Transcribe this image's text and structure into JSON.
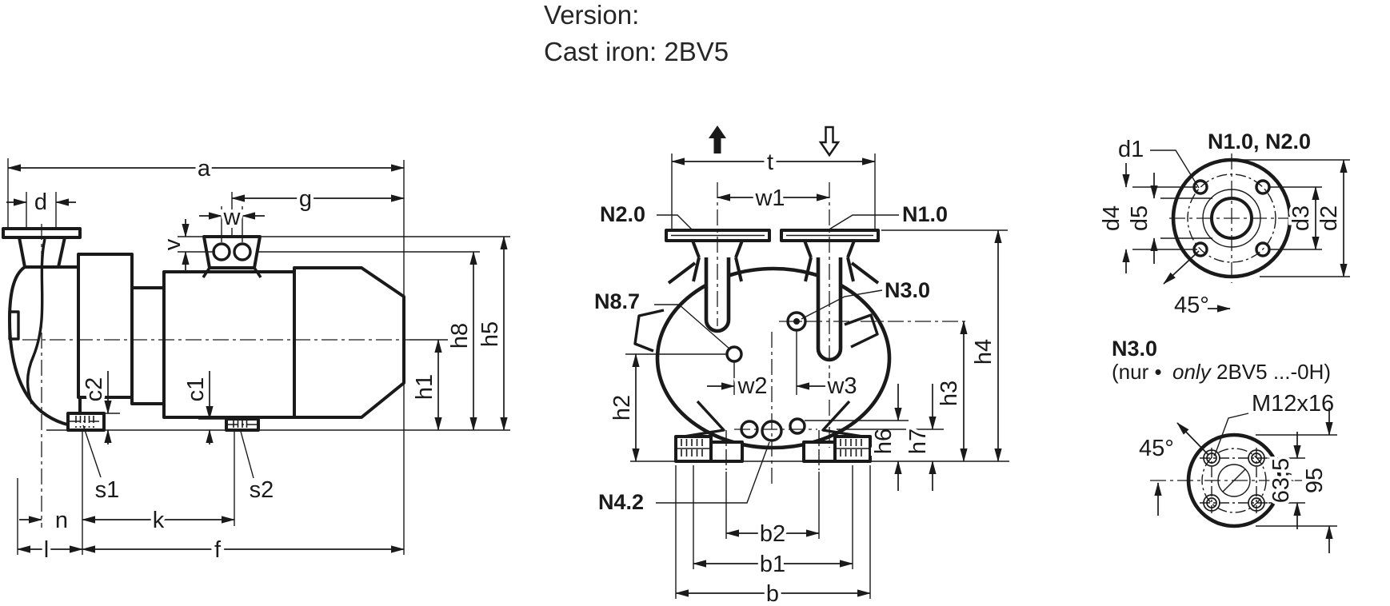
{
  "title": {
    "line1": "Version:",
    "line2": "Cast iron: 2BV5"
  },
  "side_view": {
    "labels": {
      "a": "a",
      "d": "d",
      "g": "g",
      "w": "w",
      "v": "v",
      "h8": "h8",
      "h5": "h5",
      "h1": "h1",
      "c1": "c1",
      "c2": "c2",
      "s1": "s1",
      "s2": "s2",
      "n": "n",
      "k": "k",
      "l": "l",
      "f": "f"
    }
  },
  "front_view": {
    "labels": {
      "t": "t",
      "w1": "w1",
      "w2": "w2",
      "w3": "w3",
      "h2": "h2",
      "h3": "h3",
      "h4": "h4",
      "h6": "h6",
      "h7": "h7",
      "b": "b",
      "b1": "b1",
      "b2": "b2"
    },
    "ports": {
      "n10": "N1.0",
      "n20": "N2.0",
      "n30": "N3.0",
      "n42": "N4.2",
      "n87": "N8.7"
    }
  },
  "flange_detail": {
    "heading": "N1.0, N2.0",
    "labels": {
      "d1": "d1",
      "d2": "d2",
      "d3": "d3",
      "d4": "d4",
      "d5": "d5",
      "angle": "45°"
    }
  },
  "n30_detail": {
    "heading": "N3.0",
    "note": {
      "prefix": "(nur •",
      "italic": "only",
      "suffix": "2BV5 ...-0H)"
    },
    "labels": {
      "thread": "M12x16",
      "angle": "45°",
      "height_pitch": "63,5",
      "height_overall": "95"
    }
  },
  "colors": {
    "ink": "#1a1a1a",
    "background": "#ffffff"
  }
}
